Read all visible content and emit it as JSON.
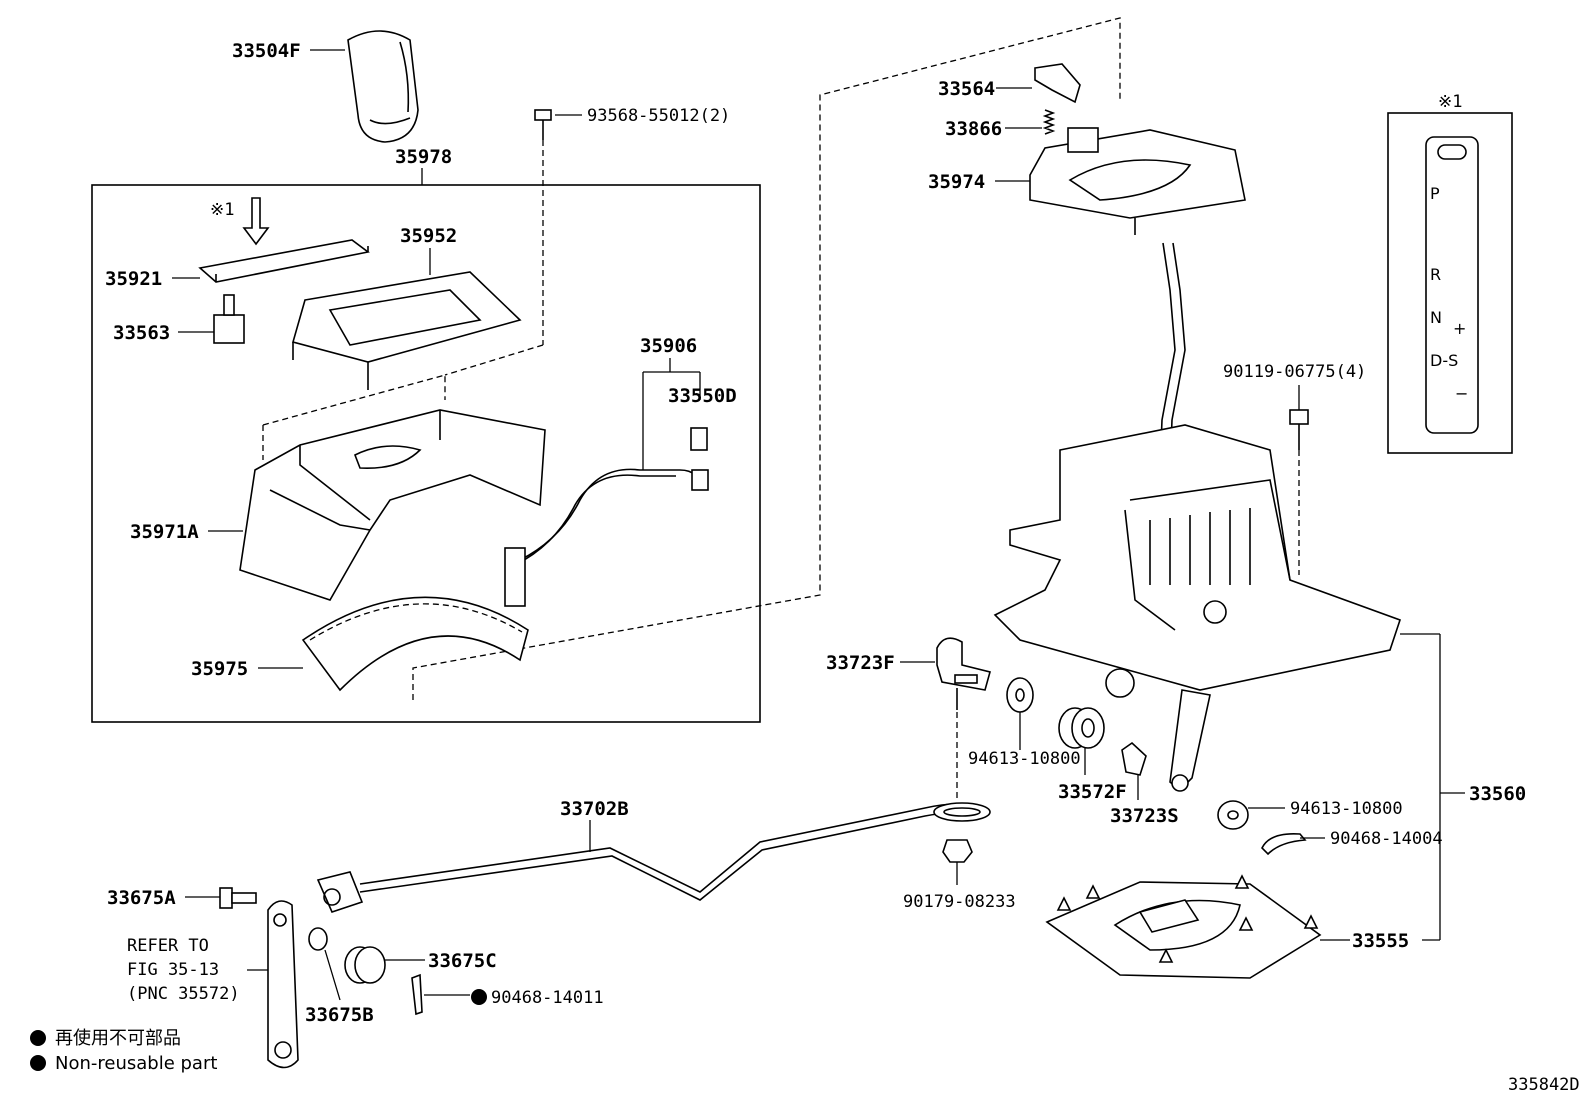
{
  "diagram_code": "335842D",
  "part_labels": {
    "p33504F": "33504F",
    "p35978": "35978",
    "p93568": "93568-55012(2)",
    "p35921": "35921",
    "p35952": "35952",
    "p33563": "33563",
    "p35906": "35906",
    "p33550D": "33550D",
    "p35971A": "35971A",
    "p35975": "35975",
    "p33564": "33564",
    "p33866": "33866",
    "p35974": "35974",
    "p90119": "90119-06775(4)",
    "p33723F": "33723F",
    "p94613a": "94613-10800",
    "p33572F": "33572F",
    "p33723S": "33723S",
    "p94613b": "94613-10800",
    "p90468b": "90468-14004",
    "p33560": "33560",
    "p33702B": "33702B",
    "p90179": "90179-08233",
    "p33555": "33555",
    "p33675A": "33675A",
    "p33675C": "33675C",
    "p33675B": "33675B",
    "p90468a": "90468-14011"
  },
  "note_mark": "※1",
  "refer": {
    "line1": "REFER TO",
    "line2": "FIG 35-13",
    "line3": "(PNC 35572)"
  },
  "legend": {
    "jp": "再使用不可部品",
    "en": "Non-reusable part"
  },
  "gate": {
    "p": "P",
    "r": "R",
    "n": "N",
    "plus": "+",
    "ds": "D-S",
    "minus": "−"
  }
}
